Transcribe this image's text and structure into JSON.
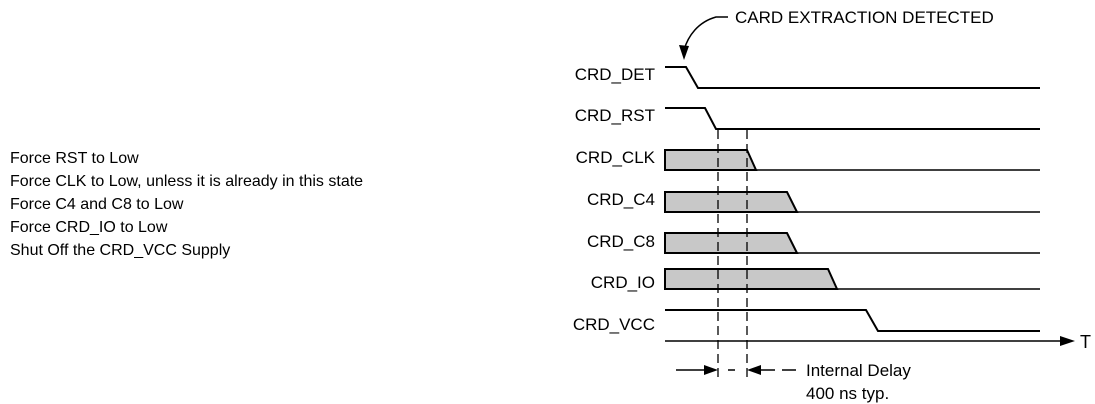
{
  "notes": [
    "Force RST to Low",
    "Force CLK to Low, unless it is already in this state",
    "Force C4 and C8 to Low",
    "Force CRD_IO to Low",
    "Shut Off the CRD_VCC Supply"
  ],
  "signals": [
    {
      "name": "CRD_DET",
      "kind": "falling"
    },
    {
      "name": "CRD_RST",
      "kind": "falling"
    },
    {
      "name": "CRD_CLK",
      "kind": "active-block"
    },
    {
      "name": "CRD_C4",
      "kind": "active-block"
    },
    {
      "name": "CRD_C8",
      "kind": "active-block"
    },
    {
      "name": "CRD_IO",
      "kind": "active-block"
    },
    {
      "name": "CRD_VCC",
      "kind": "falling"
    }
  ],
  "annotations": {
    "event": "CARD EXTRACTION DETECTED",
    "delay_line1": "Internal Delay",
    "delay_line2": "400 ns typ.",
    "time_axis": "T"
  },
  "colors": {
    "active_fill": "#c8c8c8",
    "line": "#000000"
  }
}
